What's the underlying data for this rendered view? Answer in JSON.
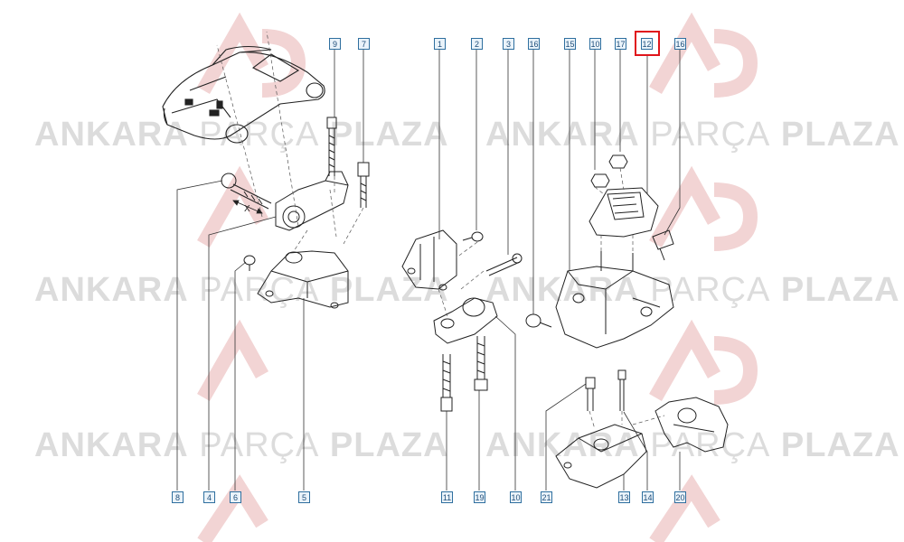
{
  "watermark": {
    "part1": "ANKARA",
    "part2": "PARÇA",
    "part3": "PLAZA"
  },
  "callouts": {
    "c9": "9",
    "c7": "7",
    "c1": "1",
    "c2": "2",
    "c3": "3",
    "c16a": "16",
    "c15": "15",
    "c10a": "10",
    "c17": "17",
    "c12": "12",
    "c16b": "16",
    "c8": "8",
    "c4": "4",
    "c6": "6",
    "c5": "5",
    "c11": "11",
    "c19": "19",
    "c10b": "10",
    "c21": "21",
    "c13": "13",
    "c14": "14",
    "c20": "20"
  },
  "dimension_label": "X",
  "highlighted_callout": "12"
}
